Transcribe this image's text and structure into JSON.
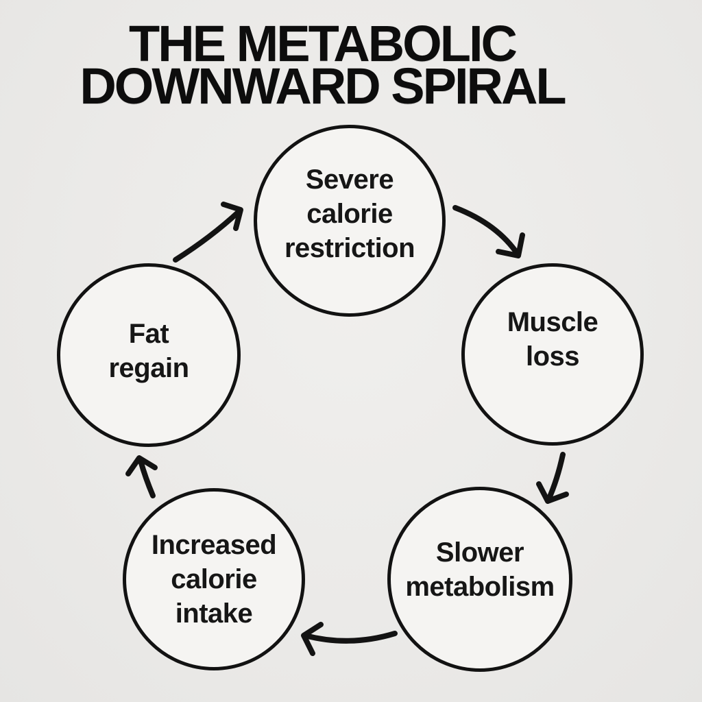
{
  "title": "THE METABOLIC\nDOWNWARD SPIRAL",
  "diagram": {
    "type": "cycle",
    "direction": "clockwise",
    "nodes": [
      {
        "id": "severe-calorie-restriction",
        "label": "Severe\ncalorie\nrestriction"
      },
      {
        "id": "muscle-loss",
        "label": "Muscle\nloss"
      },
      {
        "id": "slower-metabolism",
        "label": "Slower\nmetabolism"
      },
      {
        "id": "increased-calorie-intake",
        "label": "Increased\ncalorie\nintake"
      },
      {
        "id": "fat-regain",
        "label": "Fat\nregain"
      }
    ],
    "edges": [
      {
        "from": "severe-calorie-restriction",
        "to": "muscle-loss"
      },
      {
        "from": "muscle-loss",
        "to": "slower-metabolism"
      },
      {
        "from": "slower-metabolism",
        "to": "increased-calorie-intake"
      },
      {
        "from": "increased-calorie-intake",
        "to": "fat-regain"
      },
      {
        "from": "fat-regain",
        "to": "severe-calorie-restriction"
      }
    ],
    "colors": {
      "background": "#ebeae8",
      "node_fill": "#f5f4f2",
      "stroke": "#131313",
      "text": "#161616"
    }
  }
}
